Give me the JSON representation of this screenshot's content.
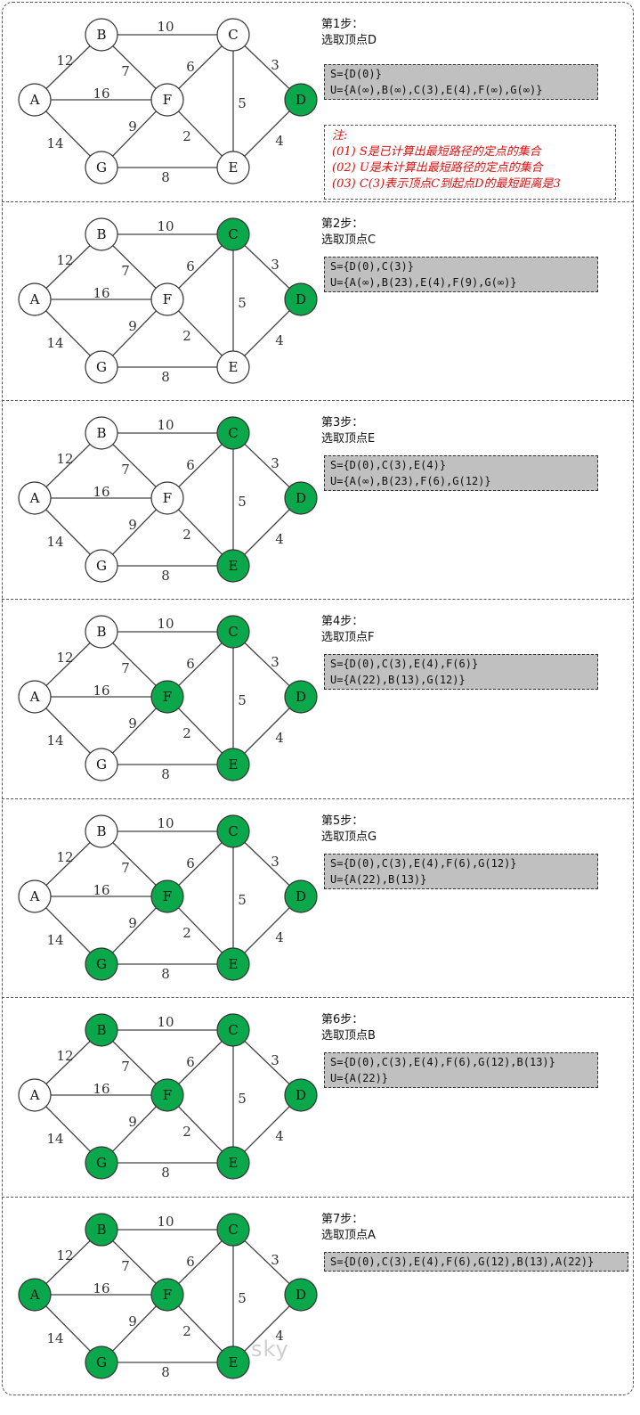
{
  "graph": {
    "nodes": [
      "A",
      "B",
      "C",
      "D",
      "E",
      "F",
      "G"
    ],
    "edges": [
      {
        "from": "A",
        "to": "B",
        "weight": "12"
      },
      {
        "from": "A",
        "to": "F",
        "weight": "16"
      },
      {
        "from": "A",
        "to": "G",
        "weight": "14"
      },
      {
        "from": "B",
        "to": "C",
        "weight": "10"
      },
      {
        "from": "B",
        "to": "F",
        "weight": "7"
      },
      {
        "from": "C",
        "to": "D",
        "weight": "3"
      },
      {
        "from": "C",
        "to": "F",
        "weight": "6"
      },
      {
        "from": "C",
        "to": "E",
        "weight": "5"
      },
      {
        "from": "F",
        "to": "G",
        "weight": "9"
      },
      {
        "from": "F",
        "to": "E",
        "weight": "2"
      },
      {
        "from": "D",
        "to": "E",
        "weight": "4"
      },
      {
        "from": "G",
        "to": "E",
        "weight": "8"
      }
    ],
    "colors": {
      "selected": "#0aa84a",
      "unselected": "#ffffff"
    }
  },
  "steps": [
    {
      "title": "第1步：",
      "subtitle": "选取顶点D",
      "s": "S={D(0)}",
      "u": "U={A(∞),B(∞),C(3),E(4),F(∞),G(∞)}",
      "selected": [
        "D"
      ]
    },
    {
      "title": "第2步：",
      "subtitle": "选取顶点C",
      "s": "S={D(0),C(3)}",
      "u": "U={A(∞),B(23),E(4),F(9),G(∞)}",
      "selected": [
        "D",
        "C"
      ]
    },
    {
      "title": "第3步：",
      "subtitle": "选取顶点E",
      "s": "S={D(0),C(3),E(4)}",
      "u": "U={A(∞),B(23),F(6),G(12)}",
      "selected": [
        "D",
        "C",
        "E"
      ]
    },
    {
      "title": "第4步：",
      "subtitle": "选取顶点F",
      "s": "S={D(0),C(3),E(4),F(6)}",
      "u": "U={A(22),B(13),G(12)}",
      "selected": [
        "D",
        "C",
        "E",
        "F"
      ]
    },
    {
      "title": "第5步：",
      "subtitle": "选取顶点G",
      "s": "S={D(0),C(3),E(4),F(6),G(12)}",
      "u": "U={A(22),B(13)}",
      "selected": [
        "D",
        "C",
        "E",
        "F",
        "G"
      ]
    },
    {
      "title": "第6步：",
      "subtitle": "选取顶点B",
      "s": "S={D(0),C(3),E(4),F(6),G(12),B(13)}",
      "u": "U={A(22)}",
      "selected": [
        "D",
        "C",
        "E",
        "F",
        "G",
        "B"
      ]
    },
    {
      "title": "第7步：",
      "subtitle": "选取顶点A",
      "s": "S={D(0),C(3),E(4),F(6),G(12),B(13),A(22)}",
      "u": "",
      "selected": [
        "D",
        "C",
        "E",
        "F",
        "G",
        "B",
        "A"
      ]
    }
  ],
  "note": {
    "title": "注:",
    "lines": [
      "(01) S是已计算出最短路径的定点的集合",
      "(02) U是未计算出最短路径的定点的集合",
      "(03) C(3)表示顶点C到起点D的最短距离是3"
    ]
  },
  "watermark": "sky"
}
